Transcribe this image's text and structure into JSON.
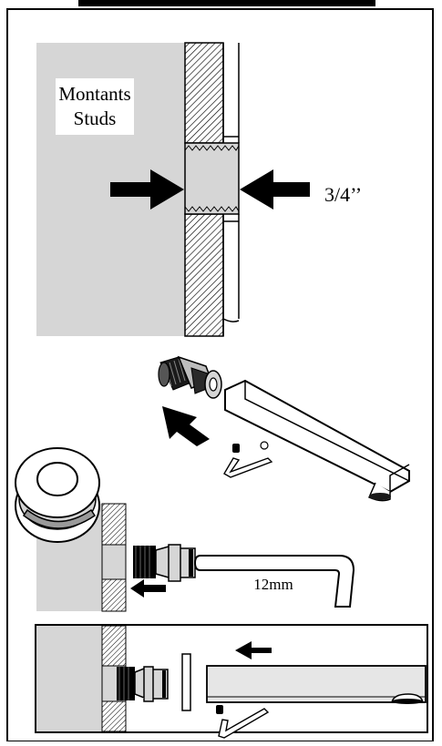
{
  "labels": {
    "studs_fr": "Montants",
    "studs_en": "Studs",
    "pipe_size": "3/4’’",
    "hex_key_size": "12mm"
  },
  "colors": {
    "wall_gray": "#d6d6d6",
    "ink": "#000000",
    "light_gray": "#e6e6e6",
    "white": "#ffffff"
  }
}
